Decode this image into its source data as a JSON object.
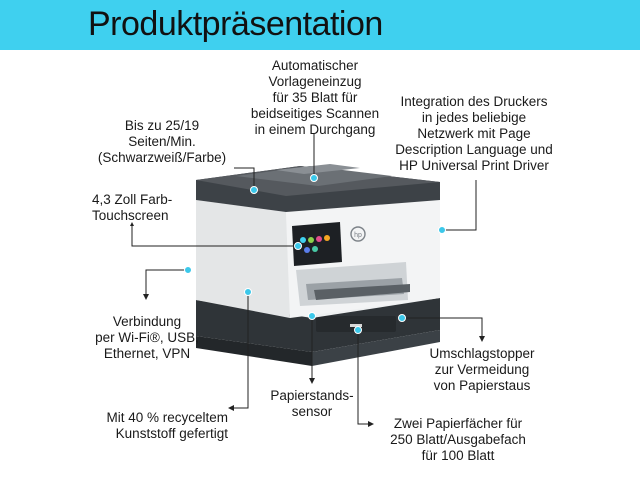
{
  "title": "Produktpräsentation",
  "labels": {
    "adf": [
      "Automatischer",
      "Vorlageneinzug",
      "für 35 Blatt für",
      "beidseitiges Scannen",
      "in einem Durchgang"
    ],
    "speed": [
      "Bis zu 25/19",
      "Seiten/Min.",
      "(Schwarzweiß/Farbe)"
    ],
    "network": [
      "Integration des Druckers",
      "in jedes beliebige",
      "Netzwerk mit Page",
      "Description Language und",
      "HP Universal Print Driver"
    ],
    "touchscreen": [
      "4,3 Zoll Farb-",
      "Touchscreen"
    ],
    "connectivity": [
      "Verbindung",
      "per Wi-Fi®, USB,",
      "Ethernet, VPN"
    ],
    "envelope": [
      "Umschlagstopper",
      "zur Vermeidung",
      "von Papierstaus"
    ],
    "sensor": [
      "Papierstands-",
      "sensor"
    ],
    "recycled": [
      "Mit 40 % recyceltem",
      "Kunststoff gefertigt"
    ],
    "trays": [
      "Zwei Papierfächer für",
      "250 Blatt/Ausgabefach",
      "für 100 Blatt"
    ]
  },
  "colors": {
    "banner": "#3fd0ef",
    "dot": "#3cc8ea",
    "line": "#222222"
  }
}
